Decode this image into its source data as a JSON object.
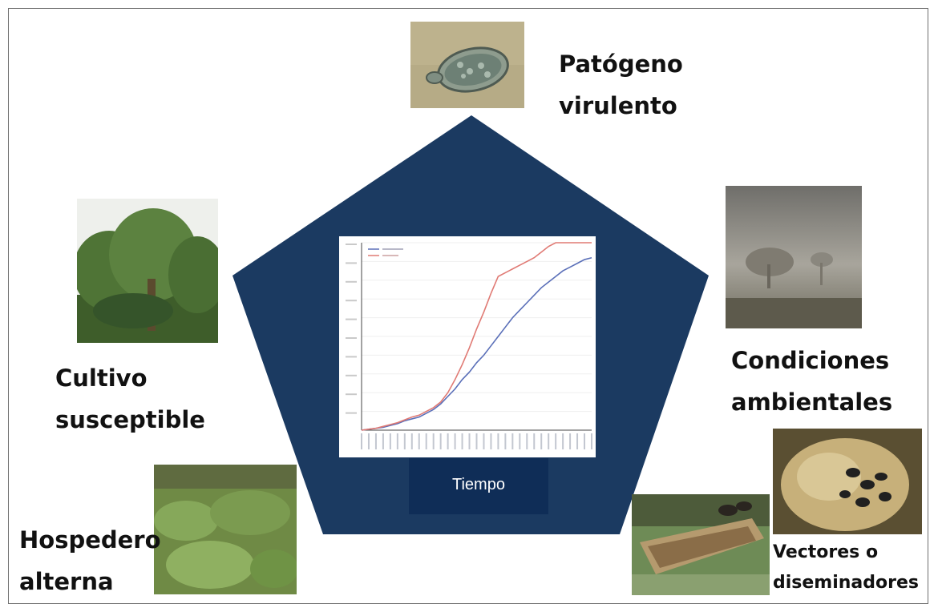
{
  "factors": {
    "pathogen": {
      "lines": [
        "Patógeno",
        "virulento"
      ],
      "image": "microscope-spore-photo"
    },
    "environment": {
      "lines": [
        "Condiciones",
        "ambientales"
      ],
      "image": "foggy-landscape-photo"
    },
    "vectors": {
      "lines": [
        "Vectores o",
        "diseminadores"
      ],
      "images": [
        "weevil-cluster-photo",
        "palm-tissue-larvae-photo"
      ]
    },
    "alternate_host": {
      "lines": [
        "Hospedero",
        "alterna"
      ],
      "image": "weedy-ground-photo"
    },
    "crop": {
      "lines": [
        "Cultivo",
        "susceptible"
      ],
      "image": "oil-palm-photo"
    }
  },
  "center": {
    "shape": "pentagon",
    "color": "#1b3a61",
    "time_label": "Tiempo"
  },
  "chart_data": {
    "type": "line",
    "note_legend_unreadable": true,
    "x": [
      1,
      2,
      3,
      4,
      5,
      6,
      7,
      8,
      9,
      10,
      11,
      12,
      13,
      14,
      15,
      16,
      17,
      18,
      19,
      20,
      21,
      22,
      23,
      24,
      25,
      26,
      27,
      28,
      29,
      30,
      31,
      32,
      33
    ],
    "ylim": [
      0,
      100
    ],
    "series": [
      {
        "color": "#5a6fb8",
        "values": [
          0,
          0.5,
          1,
          1.5,
          2.5,
          3.5,
          5,
          6,
          7,
          9,
          11,
          14,
          18,
          22,
          27,
          31,
          36,
          40,
          45,
          50,
          55,
          60,
          64,
          68,
          72,
          76,
          79,
          82,
          85,
          87,
          89,
          91,
          92
        ]
      },
      {
        "color": "#e07a74",
        "values": [
          0,
          0.5,
          1,
          2,
          3,
          4,
          5.5,
          7,
          8,
          10,
          12,
          15,
          20,
          27,
          35,
          44,
          54,
          63,
          73,
          82,
          84,
          86,
          88,
          90,
          92,
          95,
          98,
          100,
          100,
          100,
          100,
          100,
          100
        ]
      }
    ]
  },
  "colors": {
    "pentagon": "#1b3a61",
    "time_box": "#0f2d57",
    "frame": "#6f6f6f"
  }
}
